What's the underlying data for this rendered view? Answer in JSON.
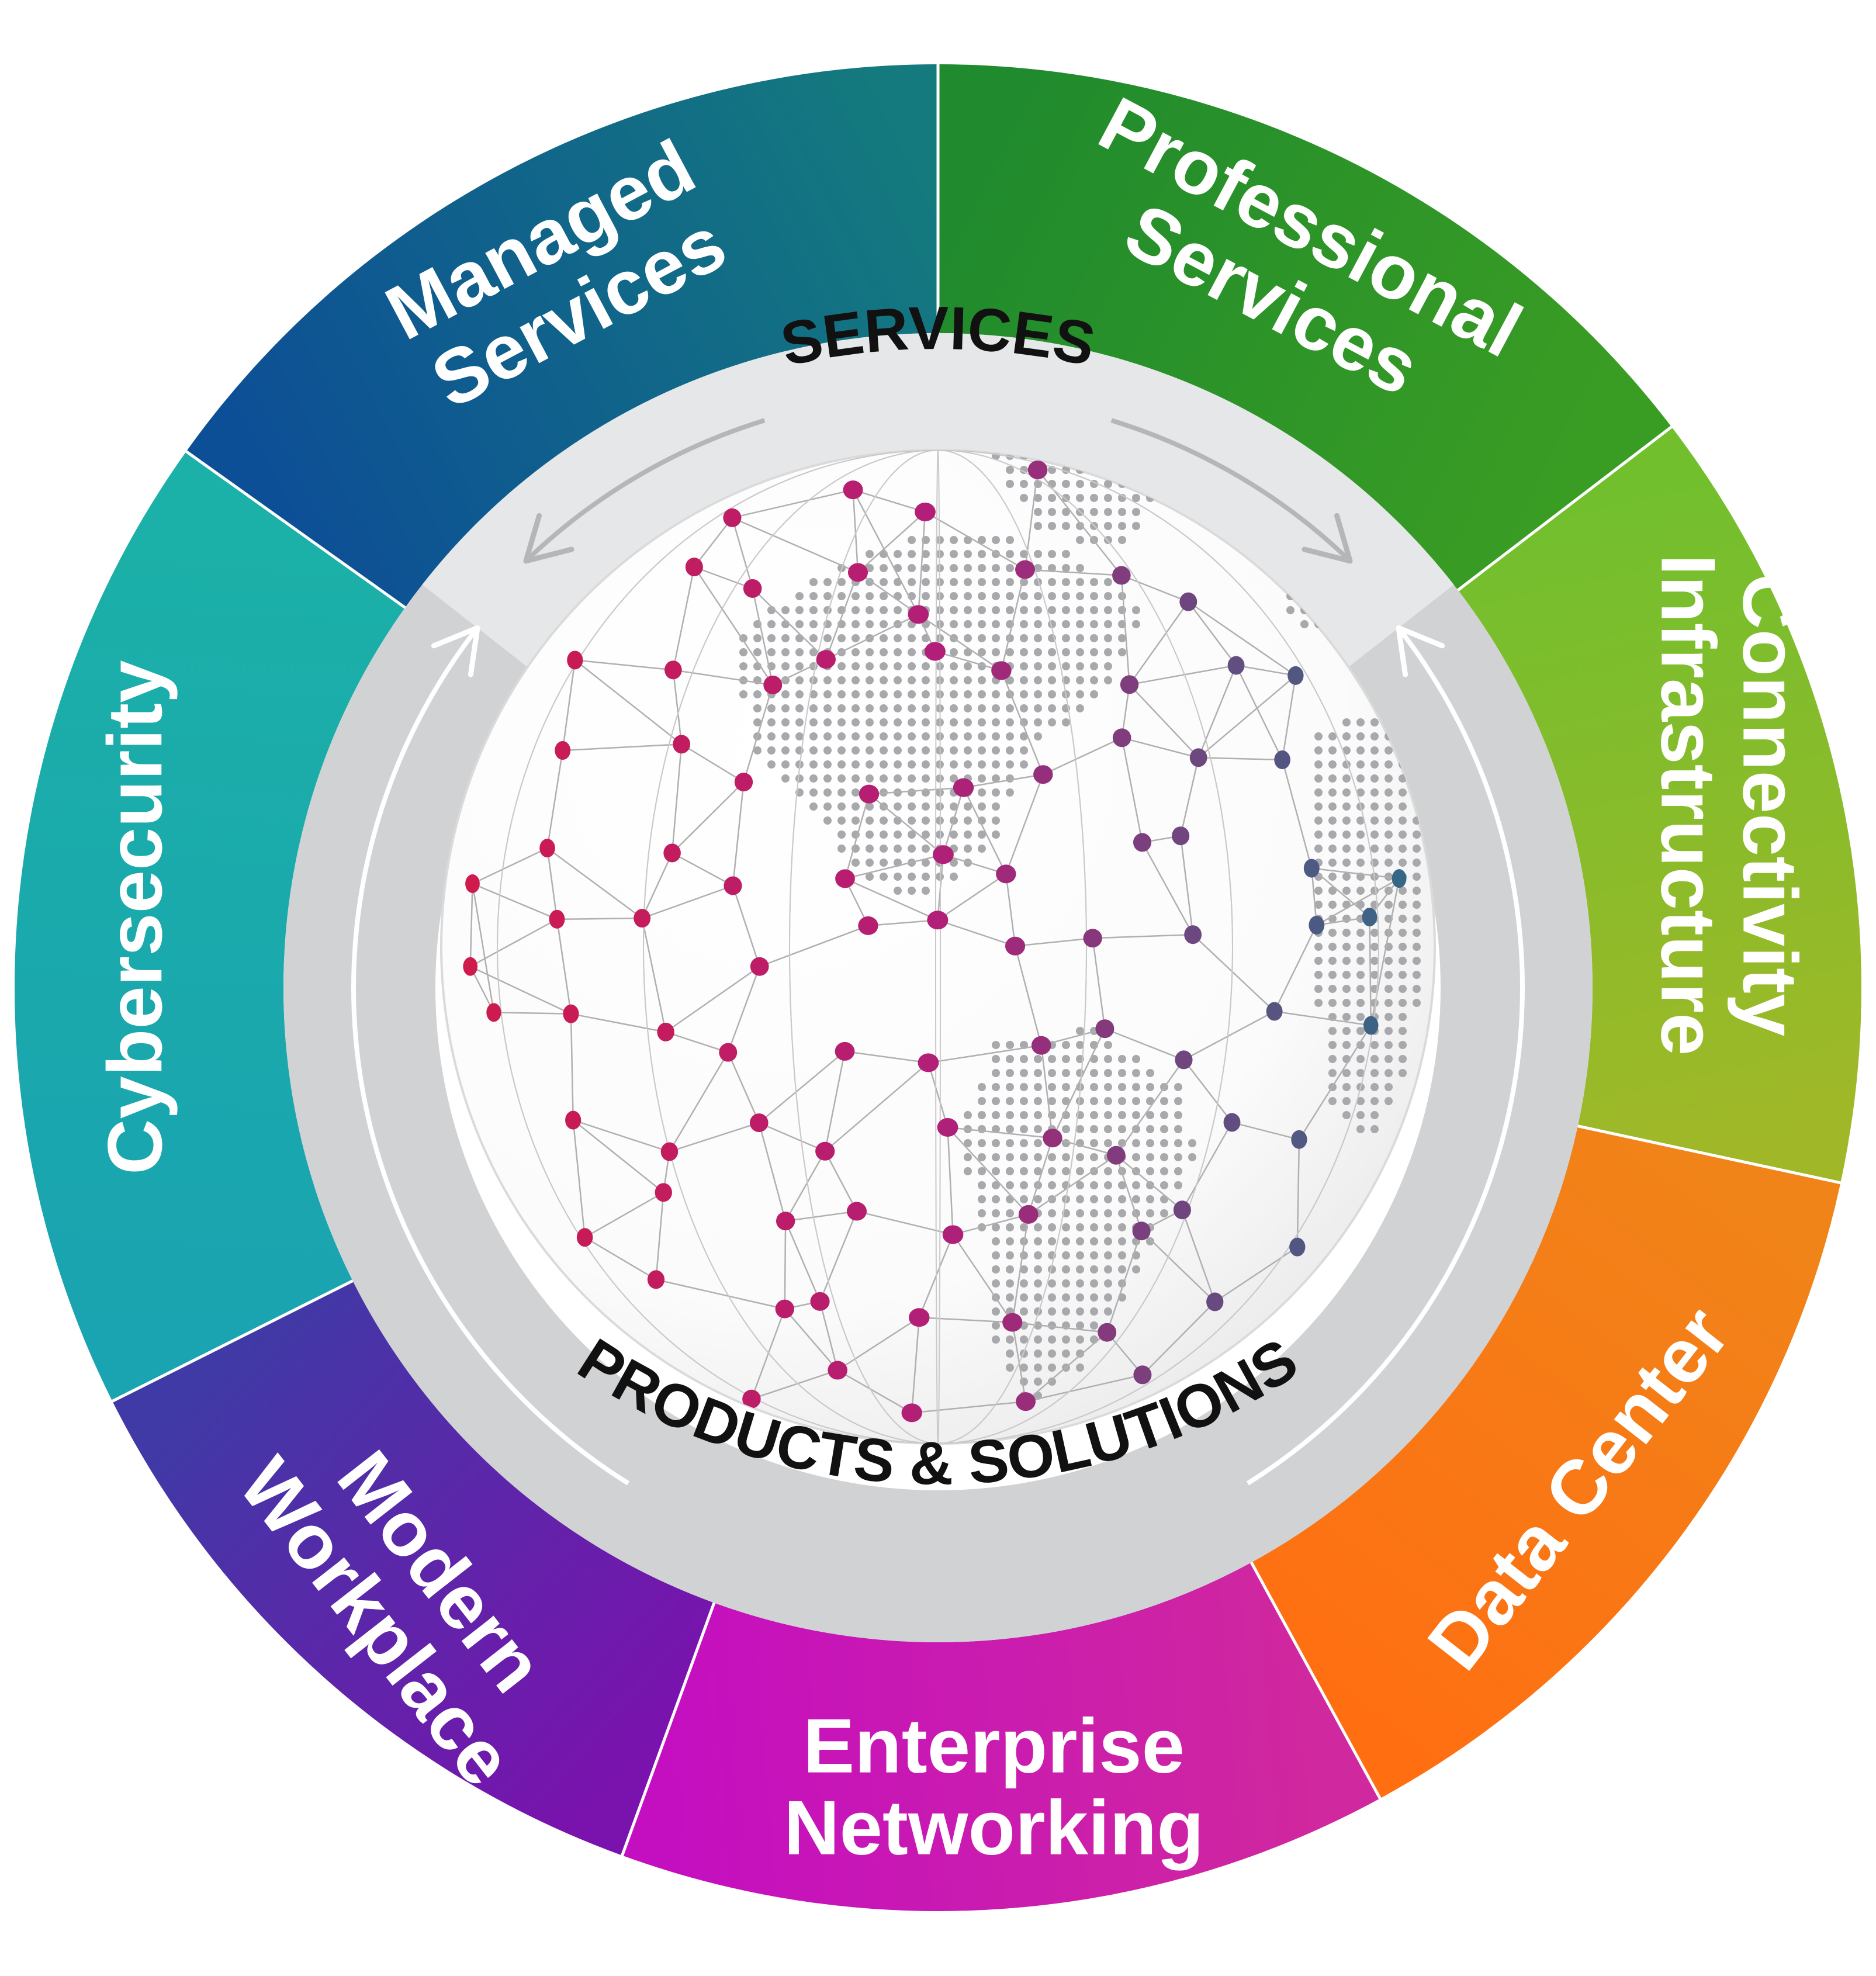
{
  "ring_labels": {
    "services": "SERVICES",
    "products": "PRODUCTS & SOLUTIONS"
  },
  "segments": [
    {
      "id": "managed-services",
      "lines": [
        "Managed",
        "Services"
      ],
      "color_a": "#1f8a2e",
      "color_b": "#3a9d23"
    },
    {
      "id": "professional-services",
      "lines": [
        "Professional",
        "Services"
      ],
      "color_a": "#72bf2e",
      "color_b": "#a0b827"
    },
    {
      "id": "connectivity-infrastructure",
      "lines": [
        "Connectivity",
        "Infrastructure"
      ],
      "color_a": "#f08419",
      "color_b": "#ff6f12"
    },
    {
      "id": "data-center",
      "lines": [
        "Data Center"
      ],
      "color_a": "#d0289e",
      "color_b": "#c40fc0"
    },
    {
      "id": "enterprise-networking",
      "lines": [
        "Enterprise",
        "Networking"
      ],
      "color_a": "#7a12ad",
      "color_b": "#3f3aa6"
    },
    {
      "id": "modern-workplace",
      "lines": [
        "Modern",
        "Workplace"
      ],
      "color_a": "#1aa3b0",
      "color_b": "#1bb0a8"
    },
    {
      "id": "cybersecurity",
      "lines": [
        "Cybersecurity"
      ],
      "color_a": "#0d4f96",
      "color_b": "#147a7e"
    }
  ],
  "colors": {
    "ring": "#d1d2d4",
    "ring_top": "#e6e7e8",
    "arrow": "#ffffff",
    "arrow_grey": "#b5b6b8",
    "map_dots": "#a7a9ac",
    "network_line": "#b0b0b0",
    "node_left": "#d01a4a",
    "node_mid": "#b21f78",
    "node_right": "#2c6d86"
  }
}
